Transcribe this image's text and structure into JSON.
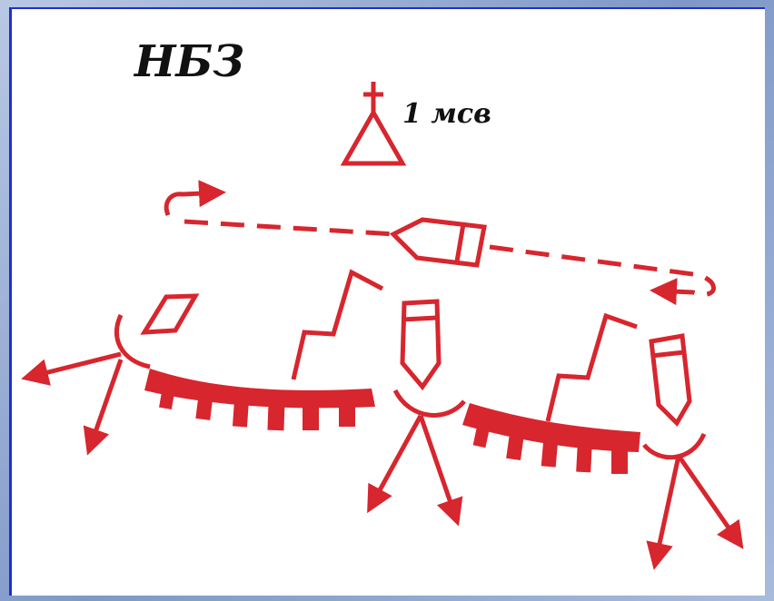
{
  "title": "НБЗ",
  "unit_label": "1 мсв",
  "colors": {
    "symbol": "#d7262e",
    "text": "#111111",
    "background": "#ffffff",
    "border": "#1f2fd0"
  },
  "symbols": [
    "command-post-flag-icon",
    "patrol-route-arrow",
    "vehicle-icon",
    "trench-line",
    "machine-gun-icon",
    "fire-sector-arrows",
    "observation-post-diamond-icon"
  ]
}
